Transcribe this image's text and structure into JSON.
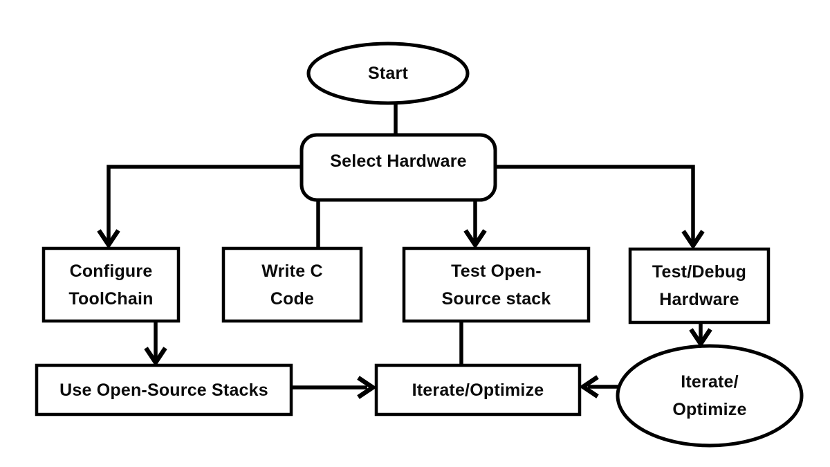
{
  "diagram": {
    "type": "flowchart",
    "colors": {
      "background": "#ffffff",
      "stroke": "#000000",
      "text": "#0b0b0b"
    },
    "nodes": {
      "start": {
        "label": "Start",
        "shape": "ellipse"
      },
      "select_hardware": {
        "label": "Select Hardware",
        "shape": "rounded-rect"
      },
      "configure_toolchain": {
        "label": "Configure\nToolChain",
        "shape": "rect"
      },
      "write_c_code": {
        "label": "Write C\nCode",
        "shape": "rect"
      },
      "test_open_source_stack": {
        "label": "Test Open-\nSource stack",
        "shape": "rect"
      },
      "test_debug_hardware": {
        "label": "Test/Debug\nHardware",
        "shape": "rect"
      },
      "use_open_source_stacks": {
        "label": "Use Open-Source Stacks",
        "shape": "rect"
      },
      "iterate_optimize": {
        "label": "Iterate/Optimize",
        "shape": "rect"
      },
      "iterate_optimize_loop": {
        "label": "Iterate/\nOptimize",
        "shape": "ellipse"
      }
    },
    "edges": [
      {
        "from": "start",
        "to": "select_hardware",
        "arrow": false
      },
      {
        "from": "select_hardware",
        "to": "configure_toolchain",
        "arrow": true
      },
      {
        "from": "select_hardware",
        "to": "write_c_code",
        "arrow": false
      },
      {
        "from": "select_hardware",
        "to": "test_open_source_stack",
        "arrow": true
      },
      {
        "from": "select_hardware",
        "to": "test_debug_hardware",
        "arrow": true
      },
      {
        "from": "configure_toolchain",
        "to": "use_open_source_stacks",
        "arrow": true
      },
      {
        "from": "test_open_source_stack",
        "to": "iterate_optimize",
        "arrow": false
      },
      {
        "from": "use_open_source_stacks",
        "to": "iterate_optimize",
        "arrow": true
      },
      {
        "from": "test_debug_hardware",
        "to": "iterate_optimize_loop",
        "arrow": true
      },
      {
        "from": "iterate_optimize_loop",
        "to": "iterate_optimize",
        "arrow": true
      }
    ]
  }
}
